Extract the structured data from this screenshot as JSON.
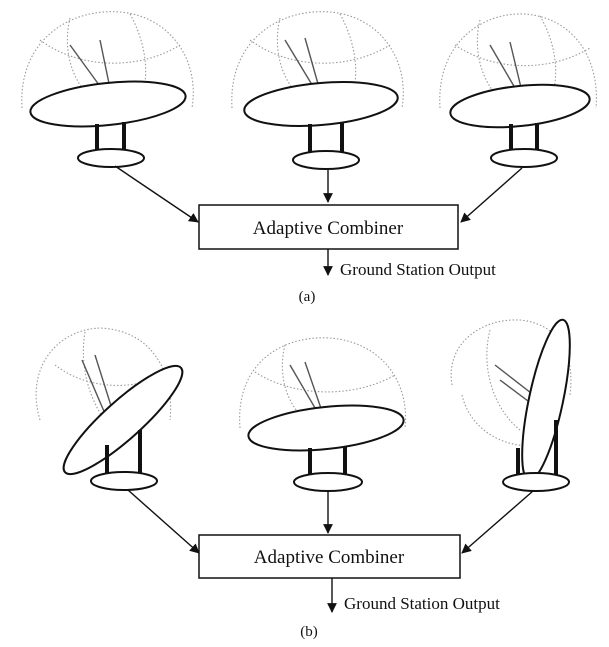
{
  "panel_a": {
    "combiner_label": "Adaptive Combiner",
    "output_label": "Ground Station Output",
    "caption": "(a)"
  },
  "panel_b": {
    "combiner_label": "Adaptive Combiner",
    "output_label": "Ground Station Output",
    "caption": "(b)"
  }
}
